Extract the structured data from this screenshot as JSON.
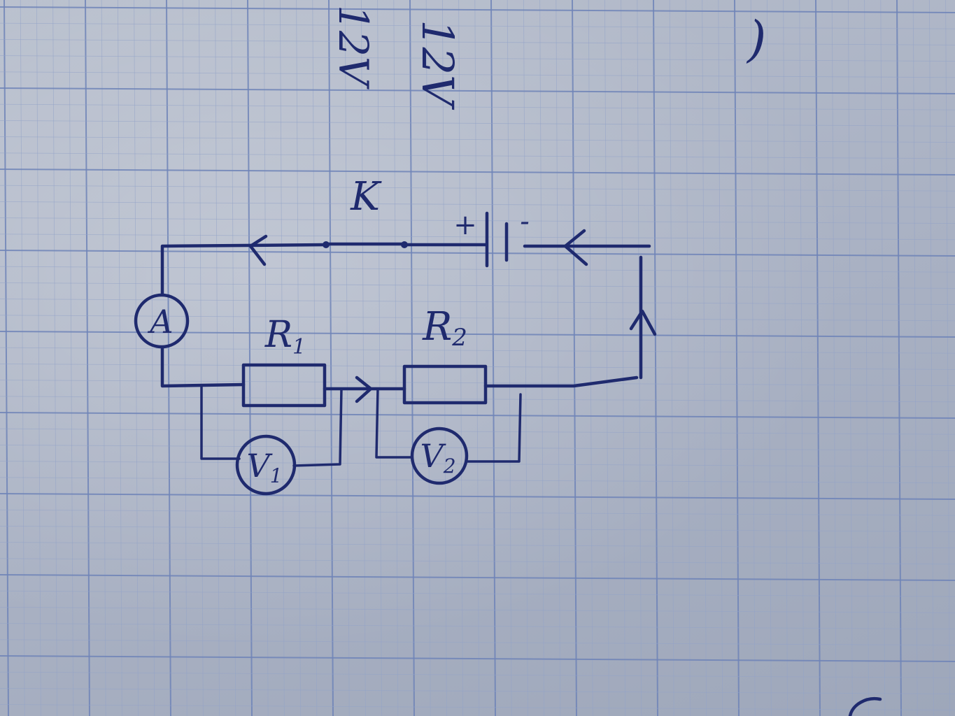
{
  "notes": {
    "top_label_1": "12V",
    "top_label_2": "12V",
    "bracket": ")"
  },
  "circuit": {
    "switch_label": "K",
    "battery_plus": "+",
    "battery_minus": "-",
    "ammeter_label": "A",
    "resistor_1_label": "R",
    "resistor_1_sub": "1",
    "resistor_2_label": "R",
    "resistor_2_sub": "2",
    "voltmeter_1_label": "V",
    "voltmeter_1_sub": "1",
    "voltmeter_2_label": "V",
    "voltmeter_2_sub": "2"
  },
  "colors": {
    "ink": "#1f2a6e",
    "paper": "#aeb6c6",
    "grid_major": "#6f84b8",
    "grid_minor": "#93a3c8"
  }
}
